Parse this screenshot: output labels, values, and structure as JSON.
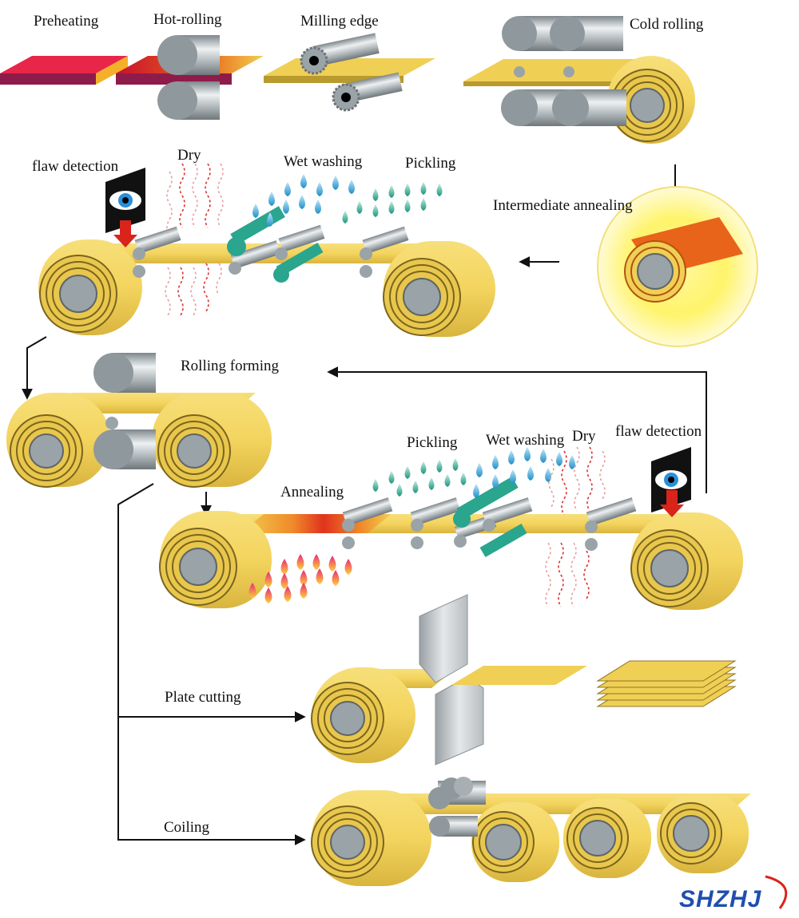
{
  "labels": {
    "preheating": "Preheating",
    "hot_rolling": "Hot-rolling",
    "milling_edge": "Milling edge",
    "cold_rolling": "Cold rolling",
    "flaw_detection_1": "flaw detection",
    "dry_1": "Dry",
    "wet_washing_1": "Wet washing",
    "pickling_1": "Pickling",
    "intermediate_annealing": "Intermediate annealing",
    "rolling_forming": "Rolling forming",
    "pickling_2": "Pickling",
    "wet_washing_2": "Wet washing",
    "dry_2": "Dry",
    "flaw_detection_2": "flaw detection",
    "annealing": "Annealing",
    "plate_cutting": "Plate cutting",
    "coiling": "Coiling"
  },
  "brand": {
    "logo_text": "SHZHJ"
  },
  "colors": {
    "strip": "#f0cf55",
    "strip_dark": "#c9a630",
    "roller": "#9aa3a8",
    "roller_light": "#e6eaec",
    "hot": "#c8102e",
    "anneal_orange": "#e8641a",
    "water_blue": "#3fa8d8",
    "acid_teal": "#2aa58e",
    "arrow_red": "#d9241b",
    "brand_blue": "#1f4fae"
  }
}
